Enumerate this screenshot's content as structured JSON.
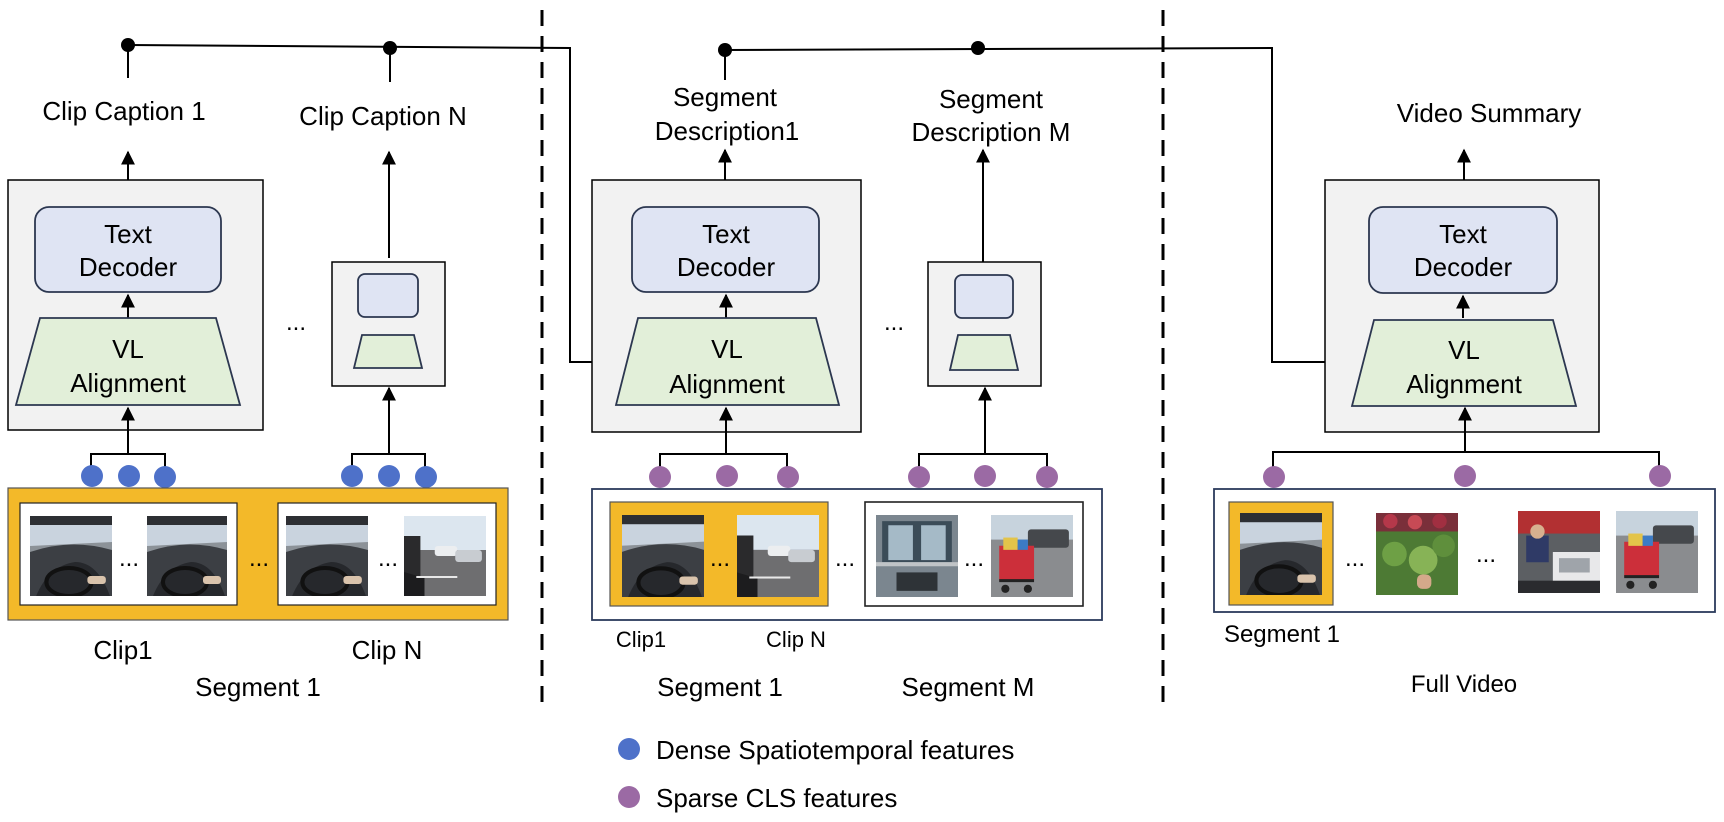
{
  "colors": {
    "dense_dot": "#4e71c9",
    "sparse_dot": "#9b6aa4",
    "segment_highlight": "#f3b929",
    "text_decoder_fill": "#dfe4f3",
    "vl_alignment_fill": "#e2efd9",
    "module_box_fill": "#f2f2f2"
  },
  "panel1": {
    "output_left": "Clip Caption 1",
    "output_right": "Clip Caption N",
    "decoder_line1": "Text",
    "decoder_line2": "Decoder",
    "align_line1": "VL",
    "align_line2": "Alignment",
    "ellipsis": "...",
    "clip_left": "Clip1",
    "clip_right": "Clip N",
    "segment": "Segment 1"
  },
  "panel2": {
    "output_left_line1": "Segment",
    "output_left_line2": "Description1",
    "output_right_line1": "Segment",
    "output_right_line2": "Description M",
    "decoder_line1": "Text",
    "decoder_line2": "Decoder",
    "align_line1": "VL",
    "align_line2": "Alignment",
    "ellipsis": "...",
    "clip_left": "Clip1",
    "clip_right": "Clip N",
    "segment_left": "Segment 1",
    "segment_right": "Segment M"
  },
  "panel3": {
    "output": "Video Summary",
    "decoder_line1": "Text",
    "decoder_line2": "Decoder",
    "align_line1": "VL",
    "align_line2": "Alignment",
    "ellipsis": "...",
    "segment": "Segment 1",
    "full_video": "Full Video"
  },
  "legend": {
    "dense": "Dense Spatiotemporal features",
    "sparse": "Sparse CLS features"
  },
  "icons": {
    "road_frame": "driving-road-frame-icon",
    "parking_frame": "parking-lot-frame-icon",
    "store_frame": "store-entrance-frame-icon",
    "cart_frame": "shopping-cart-frame-icon",
    "produce_frame": "produce-frame-icon",
    "checkout_frame": "checkout-frame-icon"
  }
}
